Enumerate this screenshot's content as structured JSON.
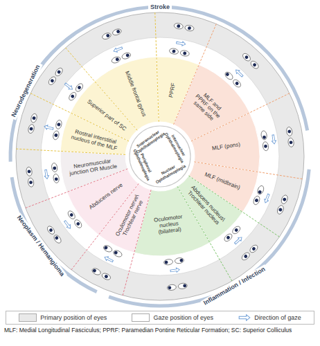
{
  "diagram": {
    "nodes": [
      {
        "text": [
          "Stroke"
        ]
      },
      {
        "text": [
          "Inflammation / Infection"
        ]
      },
      {
        "text": [
          "Neoplasm / Hemangioma"
        ]
      },
      {
        "text": [
          "Neurodegeneration"
        ]
      },
      {
        "text": [
          "Supranuclear Ophthalmoplegia"
        ]
      },
      {
        "text": [
          "Internuclear Ophthalmoplegia"
        ]
      },
      {
        "text": [
          "Nuclear Ophthalmoplegia"
        ]
      },
      {
        "text": [
          "Peripheral Ophthalmoplegia"
        ]
      },
      {
        "text": [
          "Middle frontal gyrus"
        ]
      },
      {
        "text": [
          "PPRF"
        ]
      },
      {
        "text": [
          "MLF and PPRF on the same side"
        ]
      },
      {
        "text": [
          "MLF (pons)"
        ]
      },
      {
        "text": [
          "MLF (midbrain)"
        ]
      },
      {
        "text": [
          "Abducens nucleus\\ Trochlear nucleus"
        ]
      },
      {
        "text": [
          "Oculomotor nucleus (bilateral)"
        ]
      },
      {
        "text": [
          "Oculomotor nerve\\ Trochlear nerve"
        ]
      },
      {
        "text": [
          "Abducens nerve"
        ]
      },
      {
        "text": [
          "Neuromuscular junction OR Muscle"
        ]
      },
      {
        "text": [
          "Rostral interstitial nucleus of the MLF"
        ]
      },
      {
        "text": [
          "Superior part of SC"
        ]
      }
    ],
    "labels": [
      "MLF: Medial Longitudinal Fasciculus; PPRF: Paramedian Pontine Reticular Formation; SC: Superior Colliculus"
    ],
    "legend": [
      {
        "text": "Primary position of eyes",
        "color": "#e9e9e9"
      },
      {
        "text": "Gaze position of eyes",
        "color": "#ffffff"
      },
      {
        "text": "Direction of gaze"
      }
    ]
  }
}
